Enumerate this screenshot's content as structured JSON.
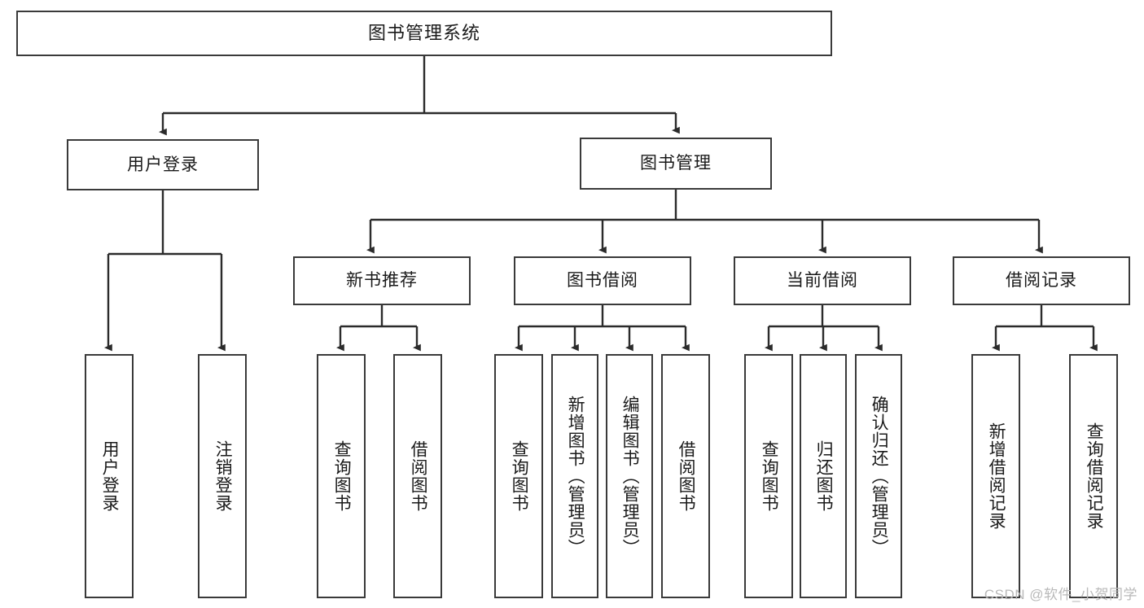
{
  "diagram": {
    "title": "图书管理系统",
    "type": "hierarchy-tree",
    "root": {
      "label": "图书管理系统"
    },
    "level2": [
      {
        "label": "用户登录"
      },
      {
        "label": "图书管理"
      }
    ],
    "level3": [
      {
        "label": "新书推荐"
      },
      {
        "label": "图书借阅"
      },
      {
        "label": "当前借阅"
      },
      {
        "label": "借阅记录"
      }
    ],
    "leaves": {
      "user_login": [
        {
          "label": "用户登录"
        },
        {
          "label": "注销登录"
        }
      ],
      "new_book_recommend": [
        {
          "label": "查询图书"
        },
        {
          "label": "借阅图书"
        }
      ],
      "book_borrow": [
        {
          "label": "查询图书"
        },
        {
          "label": "新增图书（管理员）"
        },
        {
          "label": "编辑图书（管理员）"
        },
        {
          "label": "借阅图书"
        }
      ],
      "current_borrow": [
        {
          "label": "查询图书"
        },
        {
          "label": "归还图书"
        },
        {
          "label": "确认归还（管理员）"
        }
      ],
      "borrow_record": [
        {
          "label": "新增借阅记录"
        },
        {
          "label": "查询借阅记录"
        }
      ]
    }
  },
  "watermark": {
    "text": "CSDN @软件_小贺同学"
  },
  "colors": {
    "box_border": "#3a3a3a",
    "background": "#ffffff",
    "text": "#1a1a1a",
    "watermark": "#b9b9b9"
  }
}
